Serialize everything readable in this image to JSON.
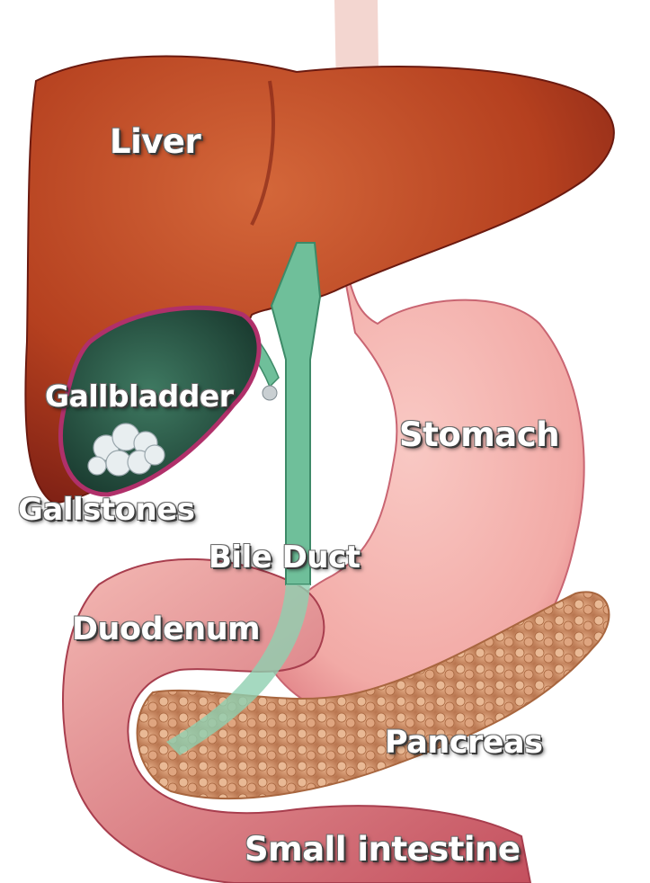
{
  "labels": {
    "liver": "Liver",
    "gallbladder": "Gallbladder",
    "stomach": "Stomach",
    "gallstones": "Gallstones",
    "bile_duct": "Bile Duct",
    "duodenum": "Duodenum",
    "pancreas": "Pancreas",
    "small_intestine": "Small intestine"
  },
  "colors": {
    "liver": "#b5401f",
    "liver_shadow": "#7c1f14",
    "gallbladder": "#2c5a48",
    "gallbladder_rim": "#b0306a",
    "bile_duct": "#6fbf9a",
    "stomach": "#f2aaa6",
    "stomach_shadow": "#d9727a",
    "pancreas": "#d99a74",
    "stones": "#e8eef0",
    "label_text": "#ffffff"
  }
}
